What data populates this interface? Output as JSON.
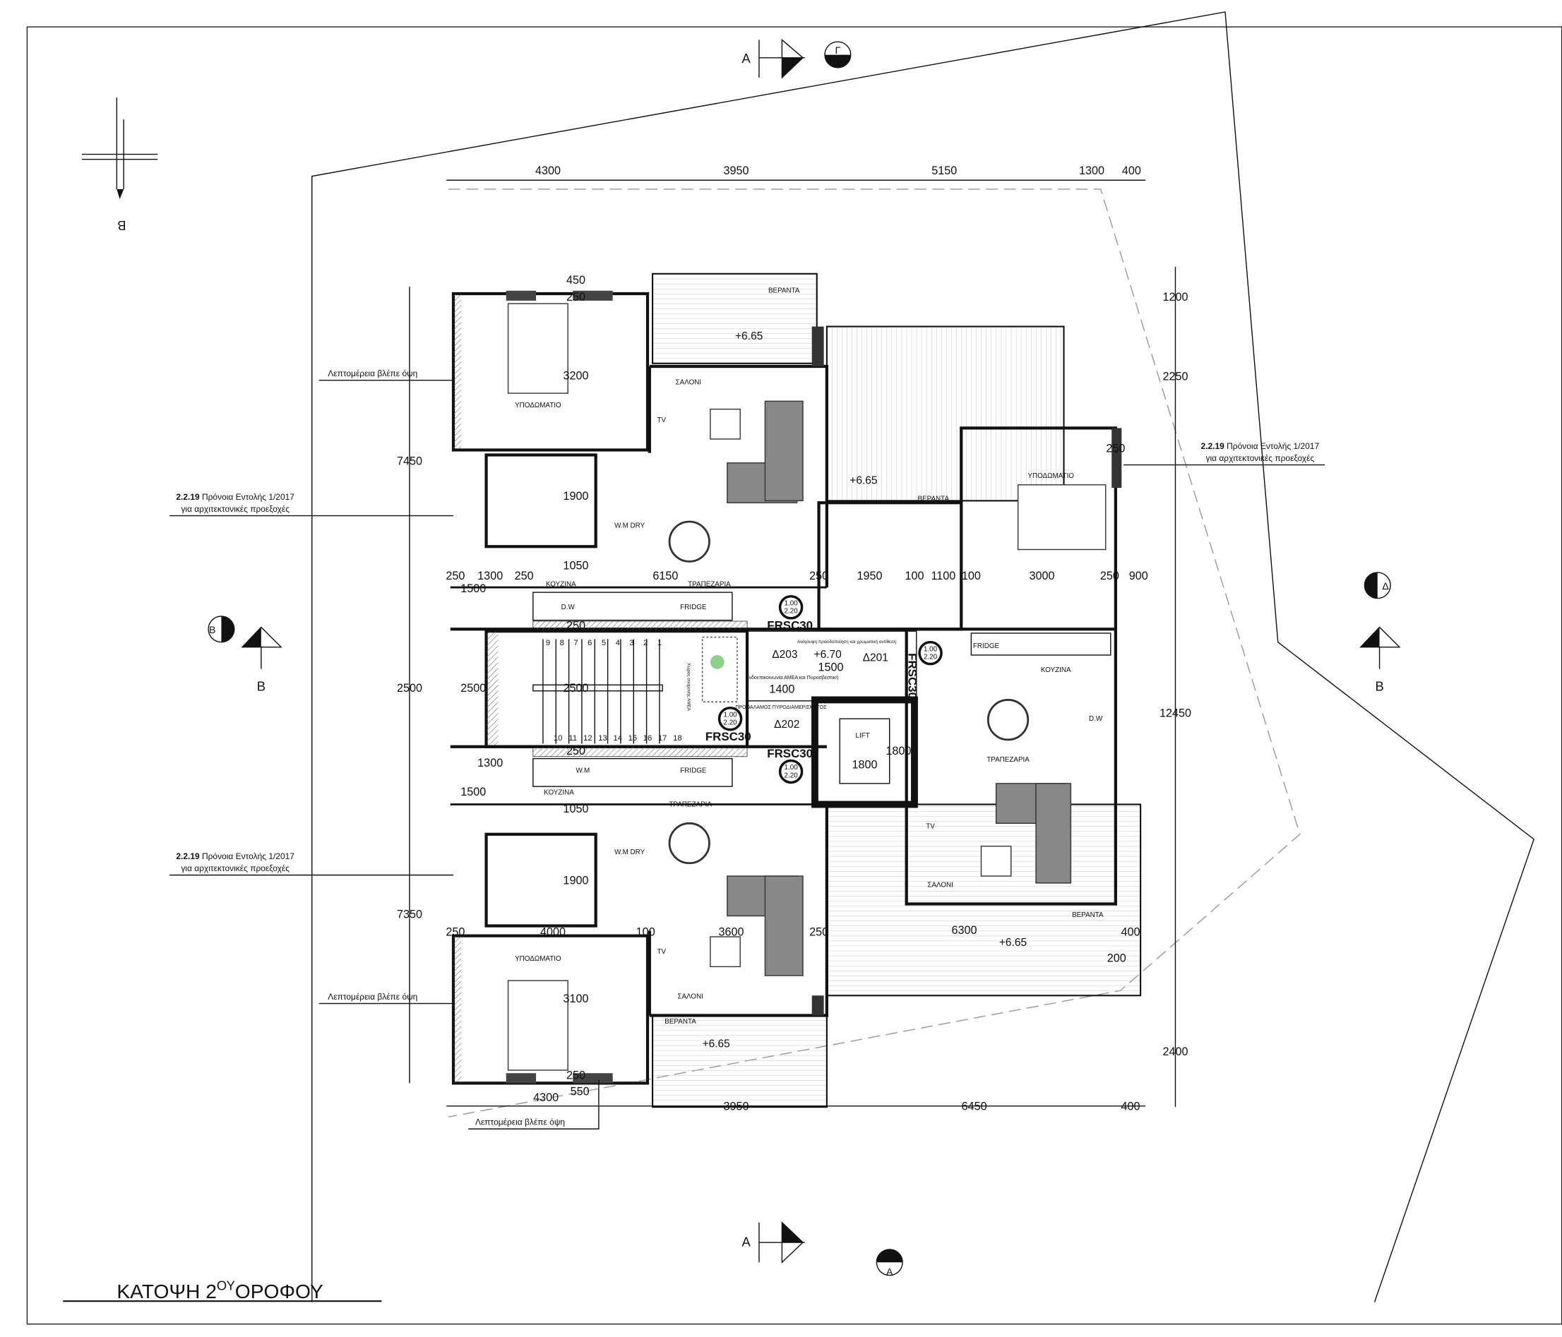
{
  "title": {
    "main": "ΚΑΤΟΨΗ 2",
    "sup": "ΟΥ",
    "rest": "ΟΡΟΦΟΥ"
  },
  "north_arrow": {
    "label": "B"
  },
  "section_marks": {
    "top_a": "A",
    "top_g": "Γ",
    "left_b1": "B",
    "left_b2": "B",
    "right_d": "Δ",
    "right_b": "B",
    "bottom_a": "A",
    "bottom_a2": "A"
  },
  "dimensions": {
    "top": [
      "4300",
      "3950",
      "5150",
      "1300",
      "400"
    ],
    "bottom": [
      "4300",
      "550",
      "3950",
      "6450",
      "400"
    ],
    "left": [
      "7450",
      "2500",
      "7350"
    ],
    "right": [
      "1200",
      "2250",
      "12450",
      "2400"
    ],
    "inner_upper": [
      "450",
      "250",
      "3200",
      "1900",
      "1050",
      "250",
      "1300",
      "250",
      "1500",
      "6150",
      "250",
      "250",
      "1950",
      "100",
      "1100",
      "100",
      "3000",
      "250",
      "900",
      "250"
    ],
    "inner_core": [
      "2500",
      "2500",
      "1500",
      "1400",
      "1800",
      "1800"
    ],
    "inner_lower": [
      "1300",
      "1500",
      "250",
      "1050",
      "1900",
      "250",
      "4000",
      "100",
      "3600",
      "250",
      "3100",
      "250",
      "6300",
      "400",
      "200"
    ]
  },
  "rooms": {
    "veranda": "ΒΕΡΑΝΤΑ",
    "living": "ΣΑΛΟΝΙ",
    "bedroom": "ΥΠΟΔΩΜΑΤΙΟ",
    "dining": "ΤΡΑΠΕΖΑΡΙΑ",
    "kitchen": "ΚΟΥΖΙΝΑ",
    "fridge": "FRIDGE",
    "dishwasher": "D.W",
    "washing_machine": "W.M",
    "wm_dry": "W.M DRY",
    "tv": "TV",
    "lift": "LIFT"
  },
  "levels": {
    "veranda_level": "+6.65",
    "landing_level": "+6.70"
  },
  "core": {
    "door_203": "Δ203",
    "door_201": "Δ201",
    "door_202": "Δ202",
    "fire_rating": "FRSC30",
    "door_size_w": "1.00",
    "door_size_h": "2.20",
    "lobby_note": "ΠΡΟΘΑΛΑΜΟΣ ΠΥΡΟΔΙΑΜΕΡΙΣΜΑΤΟΣ",
    "intercom_note": "Ενδοεπικοινωνία ΑΜΕΑ και Πυροσβεστική",
    "alarm_note": "Ανάγλυφη προειδοποίηση και χρωματική αντίθεση",
    "refuge_note": "Χώρος αναμονής ΑΜΕΑ"
  },
  "stairs": {
    "upper": [
      "9",
      "8",
      "7",
      "6",
      "5",
      "4",
      "3",
      "2",
      "1"
    ],
    "lower": [
      "10",
      "11",
      "12",
      "13",
      "14",
      "15",
      "16",
      "17",
      "18"
    ]
  },
  "annotations": {
    "detail_see_elevation": "Λεπτομέρεια βλέπε όψη",
    "provision_code": "2.2.19",
    "provision_text": "Πρόνοια Εντολής 1/2017",
    "provision_text2": "για αρχιτεκτονικές προεξοχές"
  }
}
